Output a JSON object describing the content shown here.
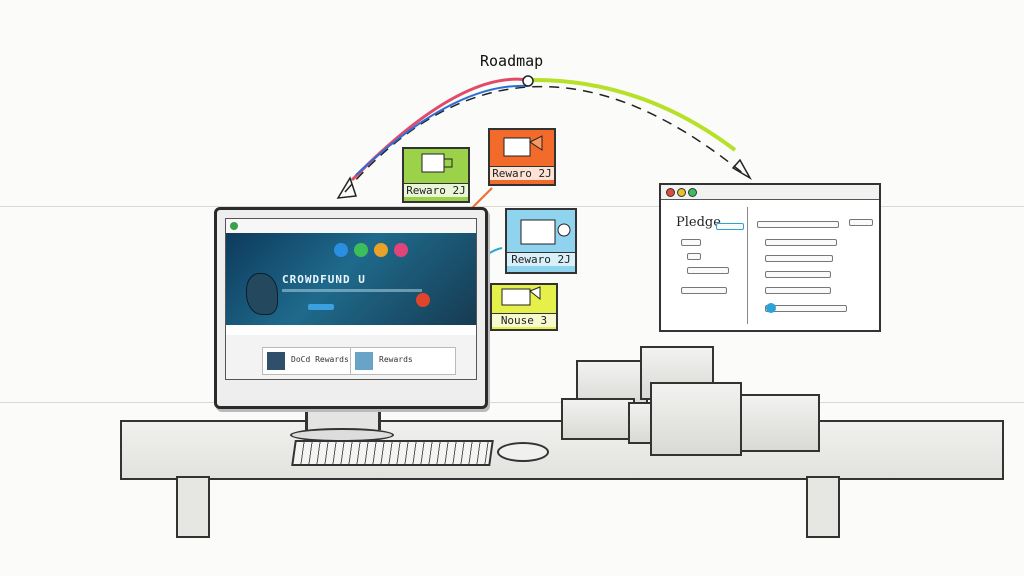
{
  "diagram": {
    "roadmap_label": "Roadmap",
    "reward_notes": [
      {
        "label": "Rewaro 2J",
        "color": "#7cc242"
      },
      {
        "label": "Rewaro 2J",
        "color": "#f26b2a"
      },
      {
        "label": "Rewaro 2J",
        "color": "#2aa3d6"
      },
      {
        "label": "Nouse 3",
        "color": "#d9e83a"
      }
    ]
  },
  "monitor": {
    "hero_title": "CROWDFUND U",
    "cards": [
      {
        "text": "DoCd Rewards"
      },
      {
        "text": "Rewards"
      }
    ]
  },
  "pledge_window": {
    "title": "Pledge"
  },
  "colors": {
    "arc_left": "#2b6fd6",
    "arc_mid": "#e24a6a",
    "arc_right": "#b7e02a"
  }
}
